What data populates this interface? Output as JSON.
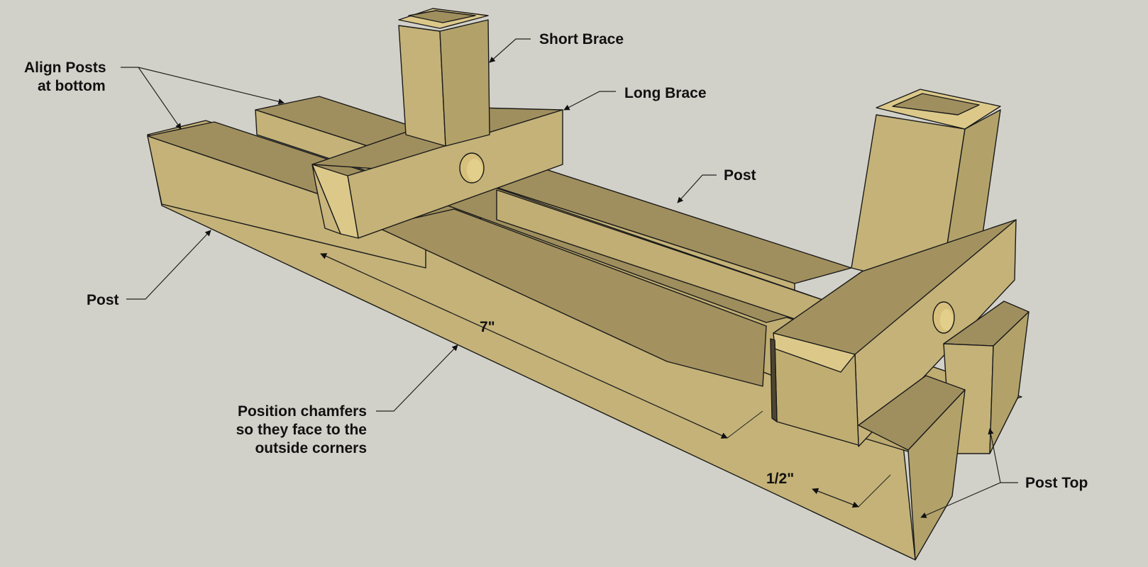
{
  "labels": {
    "align_posts_line1": "Align Posts",
    "align_posts_line2": "at bottom",
    "short_brace": "Short Brace",
    "long_brace": "Long Brace",
    "post_right": "Post",
    "post_left": "Post",
    "chamfer_line1": "Position chamfers",
    "chamfer_line2": "so they face to the",
    "chamfer_line3": "outside corners",
    "post_top": "Post Top"
  },
  "dimensions": {
    "long_span": "7\"",
    "short_span": "1/2\""
  },
  "colors": {
    "background": "#d2d1c9",
    "wood_top": "#a08f5e",
    "wood_front": "#c4b278",
    "wood_side": "#b2a26a",
    "wood_light": "#dcc98a",
    "wood_dark": "#8f7f50",
    "hole": "#d7c07c"
  }
}
